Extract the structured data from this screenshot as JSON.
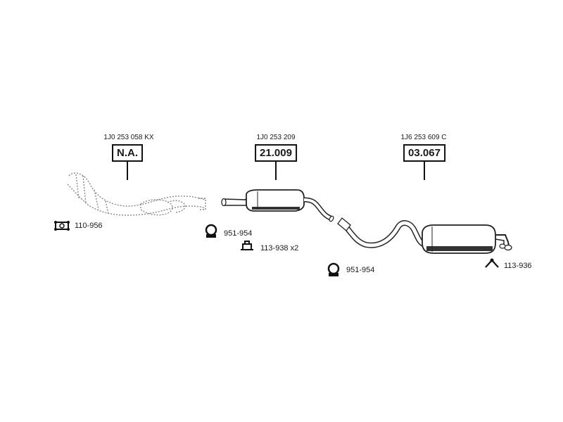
{
  "assemblies": [
    {
      "oe_number": "1J0 253 058 KX",
      "ref": "N.A."
    },
    {
      "oe_number": "1J0 253 209",
      "ref": "21.009"
    },
    {
      "oe_number": "1J6 253 609 C",
      "ref": "03.067"
    }
  ],
  "accessories": [
    {
      "icon": "flange-gasket-icon",
      "code": "110-956"
    },
    {
      "icon": "clamp-icon",
      "code": "951-954"
    },
    {
      "icon": "mounting-bracket-icon",
      "code": "113-938 x2"
    },
    {
      "icon": "clamp-icon",
      "code": "951-954"
    },
    {
      "icon": "hanger-rubber-icon",
      "code": "113-936"
    }
  ]
}
